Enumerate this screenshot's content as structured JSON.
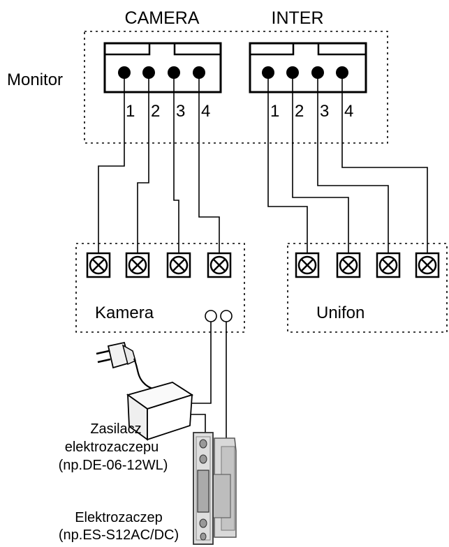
{
  "monitor": {
    "label": "Monitor",
    "camera_connector": {
      "title": "CAMERA",
      "pins": [
        "1",
        "2",
        "3",
        "4"
      ]
    },
    "inter_connector": {
      "title": "INTER",
      "pins": [
        "1",
        "2",
        "3",
        "4"
      ]
    }
  },
  "kamera": {
    "label": "Kamera"
  },
  "unifon": {
    "label": "Unifon"
  },
  "zasilacz": {
    "lines": [
      "Zasilacz",
      "elektrozaczepu",
      "(np.DE-06-12WL)"
    ]
  },
  "elektrozaczep": {
    "lines": [
      "Elektrozaczep",
      "(np.ES-S12AC/DC)"
    ]
  }
}
